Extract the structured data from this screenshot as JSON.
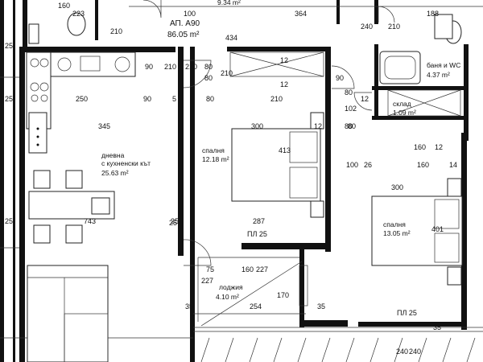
{
  "apartment": {
    "title": "АП. А90",
    "area": "86.05 m²"
  },
  "rooms": [
    {
      "id": "living",
      "name_lines": [
        "дневна",
        "с кухненски кът"
      ],
      "area": "25.63 m²"
    },
    {
      "id": "bedroom1",
      "name_lines": [
        "спалня"
      ],
      "area": "12.18 m²"
    },
    {
      "id": "bedroom2",
      "name_lines": [
        "спалня"
      ],
      "area": "13.05 m²"
    },
    {
      "id": "bath",
      "name_lines": [
        "баня и WC"
      ],
      "area": "4.37 m²"
    },
    {
      "id": "storage",
      "name_lines": [
        "склад"
      ],
      "area": "1.09 m²"
    },
    {
      "id": "loggia",
      "name_lines": [
        "лоджия"
      ],
      "area": "4.10 m²"
    }
  ],
  "top_fragment_area": "9.34 m²",
  "dimensions": [
    "160",
    "223",
    "100",
    "364",
    "188",
    "210",
    "434",
    "210",
    "240",
    "90",
    "80",
    "12",
    "210",
    "80",
    "12",
    "90",
    "25",
    "250",
    "90",
    "5",
    "80",
    "210",
    "80",
    "102",
    "12",
    "345",
    "300",
    "12",
    "80",
    "413",
    "160",
    "12",
    "100",
    "26",
    "160",
    "14",
    "300",
    "401",
    "287",
    "25",
    "75",
    "160",
    "227",
    "227",
    "170",
    "254",
    "35",
    "35",
    "35",
    "240",
    "240",
    "210",
    "210",
    "743",
    "25",
    "25",
    "25",
    "80"
  ],
  "labels": {
    "pl1": "ПЛ 25",
    "pl2": "ПЛ 25"
  }
}
